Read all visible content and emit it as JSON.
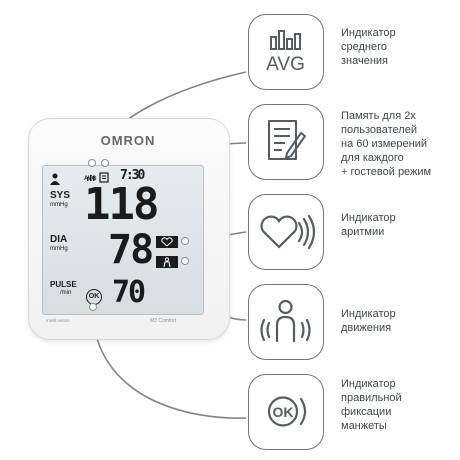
{
  "device": {
    "brand": "OMRON",
    "model": "M3 Comfort",
    "intellisense": "Intelli sense",
    "display": {
      "time": "7:30",
      "avg_label": "AVG",
      "sys_label": "SYS",
      "sys_unit": "mmHg",
      "sys_value": "118",
      "dia_label": "DIA",
      "dia_unit": "mmHg",
      "dia_value": "78",
      "pulse_label": "PULSE",
      "pulse_unit": "/min",
      "pulse_value": "70",
      "ok_label": "OK"
    }
  },
  "features": [
    {
      "icon": "average-bars-icon",
      "icon_text": "AVG",
      "lines": [
        "Индикатор",
        "среднего",
        "значения"
      ]
    },
    {
      "icon": "memory-notepad-icon",
      "lines": [
        "Память для 2х",
        "пользователей",
        "на 60 измерений",
        "для каждого",
        "+ гостевой режим"
      ]
    },
    {
      "icon": "arrhythmia-heart-icon",
      "lines": [
        "Индикатор",
        "аритмии"
      ]
    },
    {
      "icon": "movement-person-icon",
      "lines": [
        "Индикатор",
        "движения"
      ]
    },
    {
      "icon": "ok-cuff-icon",
      "icon_text": "OK",
      "lines": [
        "Индикатор",
        "правильной",
        "фиксации",
        "манжеты"
      ]
    }
  ],
  "colors": {
    "outline": "#6e757b",
    "text": "#3f464c",
    "lcd_background": "#dde3e6",
    "lcd_ink": "#1b1b1b"
  }
}
